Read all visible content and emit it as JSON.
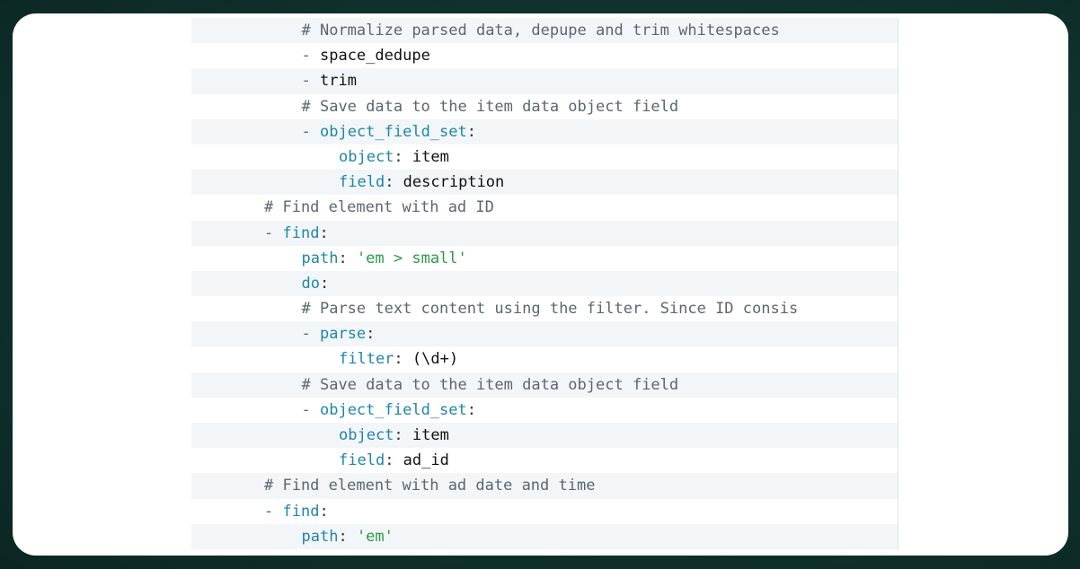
{
  "code": {
    "lines": [
      {
        "indent": 3,
        "parts": [
          {
            "t": "comment",
            "v": "# Normalize parsed data, depupe and trim whitespaces"
          }
        ]
      },
      {
        "indent": 3,
        "parts": [
          {
            "t": "dash",
            "v": "- "
          },
          {
            "t": "plain",
            "v": "space_dedupe"
          }
        ]
      },
      {
        "indent": 3,
        "parts": [
          {
            "t": "dash",
            "v": "- "
          },
          {
            "t": "plain",
            "v": "trim"
          }
        ]
      },
      {
        "indent": 3,
        "parts": [
          {
            "t": "comment",
            "v": "# Save data to the item data object field"
          }
        ]
      },
      {
        "indent": 3,
        "parts": [
          {
            "t": "dash",
            "v": "- "
          },
          {
            "t": "key",
            "v": "object_field_set"
          },
          {
            "t": "punct",
            "v": ":"
          }
        ]
      },
      {
        "indent": 4,
        "parts": [
          {
            "t": "key",
            "v": "object"
          },
          {
            "t": "punct",
            "v": ": "
          },
          {
            "t": "plain",
            "v": "item"
          }
        ]
      },
      {
        "indent": 4,
        "parts": [
          {
            "t": "key",
            "v": "field"
          },
          {
            "t": "punct",
            "v": ": "
          },
          {
            "t": "plain",
            "v": "description"
          }
        ]
      },
      {
        "indent": 2,
        "parts": [
          {
            "t": "comment",
            "v": "# Find element with ad ID"
          }
        ]
      },
      {
        "indent": 2,
        "parts": [
          {
            "t": "dash",
            "v": "- "
          },
          {
            "t": "key",
            "v": "find"
          },
          {
            "t": "punct",
            "v": ":"
          }
        ]
      },
      {
        "indent": 3,
        "parts": [
          {
            "t": "key",
            "v": "path"
          },
          {
            "t": "punct",
            "v": ": "
          },
          {
            "t": "str",
            "v": "'em > small'"
          }
        ]
      },
      {
        "indent": 3,
        "parts": [
          {
            "t": "key",
            "v": "do"
          },
          {
            "t": "punct",
            "v": ":"
          }
        ]
      },
      {
        "indent": 3,
        "parts": [
          {
            "t": "comment",
            "v": "# Parse text content using the filter. Since ID consis"
          }
        ]
      },
      {
        "indent": 3,
        "parts": [
          {
            "t": "dash",
            "v": "- "
          },
          {
            "t": "key",
            "v": "parse"
          },
          {
            "t": "punct",
            "v": ":"
          }
        ]
      },
      {
        "indent": 4,
        "parts": [
          {
            "t": "key",
            "v": "filter"
          },
          {
            "t": "punct",
            "v": ": "
          },
          {
            "t": "plain",
            "v": "(\\d+)"
          }
        ]
      },
      {
        "indent": 3,
        "parts": [
          {
            "t": "comment",
            "v": "# Save data to the item data object field"
          }
        ]
      },
      {
        "indent": 3,
        "parts": [
          {
            "t": "dash",
            "v": "- "
          },
          {
            "t": "key",
            "v": "object_field_set"
          },
          {
            "t": "punct",
            "v": ":"
          }
        ]
      },
      {
        "indent": 4,
        "parts": [
          {
            "t": "key",
            "v": "object"
          },
          {
            "t": "punct",
            "v": ": "
          },
          {
            "t": "plain",
            "v": "item"
          }
        ]
      },
      {
        "indent": 4,
        "parts": [
          {
            "t": "key",
            "v": "field"
          },
          {
            "t": "punct",
            "v": ": "
          },
          {
            "t": "plain",
            "v": "ad_id"
          }
        ]
      },
      {
        "indent": 2,
        "parts": [
          {
            "t": "comment",
            "v": "# Find element with ad date and time"
          }
        ]
      },
      {
        "indent": 2,
        "parts": [
          {
            "t": "dash",
            "v": "- "
          },
          {
            "t": "key",
            "v": "find"
          },
          {
            "t": "punct",
            "v": ":"
          }
        ]
      },
      {
        "indent": 3,
        "parts": [
          {
            "t": "key",
            "v": "path"
          },
          {
            "t": "punct",
            "v": ": "
          },
          {
            "t": "str",
            "v": "'em'"
          }
        ]
      }
    ]
  }
}
